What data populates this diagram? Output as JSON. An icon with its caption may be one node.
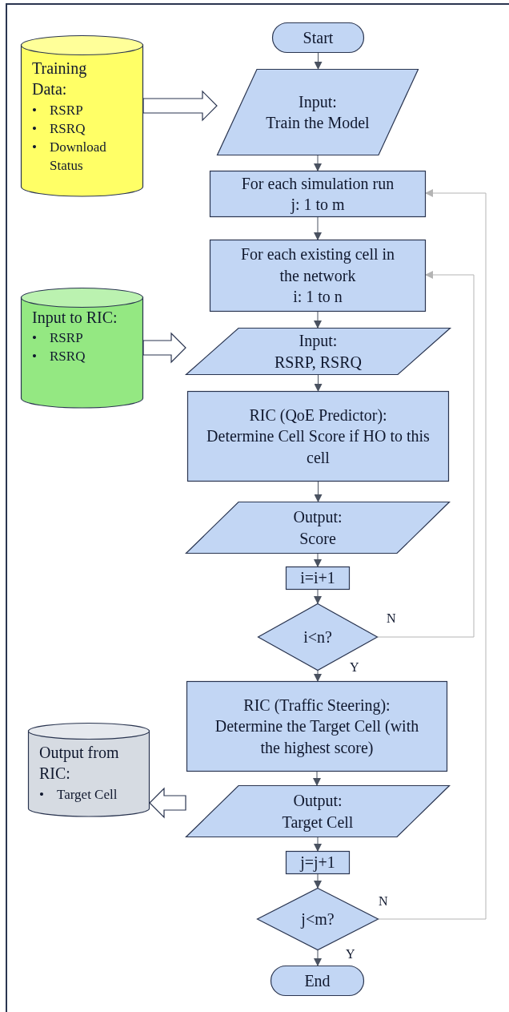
{
  "diagram": {
    "nodes": [
      {
        "text": [
          "Start"
        ]
      },
      {
        "text": [
          "Training Data:",
          "•",
          "RSRP",
          "•",
          "RSRQ",
          "•",
          "Download Status"
        ]
      },
      {
        "text": [
          "Input:",
          "Train the Model"
        ]
      },
      {
        "text": [
          "For each simulation run",
          "j: 1 to m"
        ]
      },
      {
        "text": [
          "For each existing cell in the network",
          "i: 1 to n"
        ]
      },
      {
        "text": [
          "Input to RIC:",
          "•",
          "RSRP",
          "•",
          "RSRQ"
        ]
      },
      {
        "text": [
          "Input:",
          "RSRP, RSRQ"
        ]
      },
      {
        "text": [
          "RIC (QoE Predictor):",
          "Determine Cell Score if HO to this cell"
        ]
      },
      {
        "text": [
          "Output:",
          "Score"
        ]
      },
      {
        "text": [
          "i=i+1"
        ]
      },
      {
        "text": [
          "i<n?"
        ]
      },
      {
        "text": [
          "RIC (Traffic Steering):",
          "Determine the Target Cell (with the highest score)"
        ]
      },
      {
        "text": [
          "Output from RIC:",
          "•",
          "Target Cell"
        ]
      },
      {
        "text": [
          "Output:",
          "Target Cell"
        ]
      },
      {
        "text": [
          "j=j+1"
        ]
      },
      {
        "text": [
          "j<m?"
        ]
      },
      {
        "text": [
          "End"
        ]
      }
    ],
    "edges": [
      {
        "from": 0,
        "to": 2,
        "arrow": "to"
      },
      {
        "from": 1,
        "to": 2,
        "arrow": "to",
        "style": "thick"
      },
      {
        "from": 2,
        "to": 3,
        "arrow": "to"
      },
      {
        "from": 3,
        "to": 4,
        "arrow": "to"
      },
      {
        "from": 4,
        "to": 6,
        "arrow": "to"
      },
      {
        "from": 5,
        "to": 6,
        "arrow": "to",
        "style": "thick"
      },
      {
        "from": 6,
        "to": 7,
        "arrow": "to"
      },
      {
        "from": 7,
        "to": 8,
        "arrow": "to"
      },
      {
        "from": 8,
        "to": 9,
        "arrow": "to"
      },
      {
        "from": 9,
        "to": 10,
        "arrow": "to"
      },
      {
        "from": 10,
        "to": 4,
        "arrow": "to",
        "label": "N",
        "color": "#b4b4b4"
      },
      {
        "from": 10,
        "to": 11,
        "arrow": "to",
        "label": "Y"
      },
      {
        "from": 11,
        "to": 13,
        "arrow": "to"
      },
      {
        "from": 13,
        "to": 12,
        "arrow": "to",
        "style": "thick"
      },
      {
        "from": 13,
        "to": 14,
        "arrow": "to"
      },
      {
        "from": 14,
        "to": 15,
        "arrow": "to"
      },
      {
        "from": 15,
        "to": 3,
        "arrow": "to",
        "label": "N",
        "color": "#b4b4b4"
      },
      {
        "from": 15,
        "to": 16,
        "arrow": "to",
        "label": "Y"
      }
    ]
  }
}
